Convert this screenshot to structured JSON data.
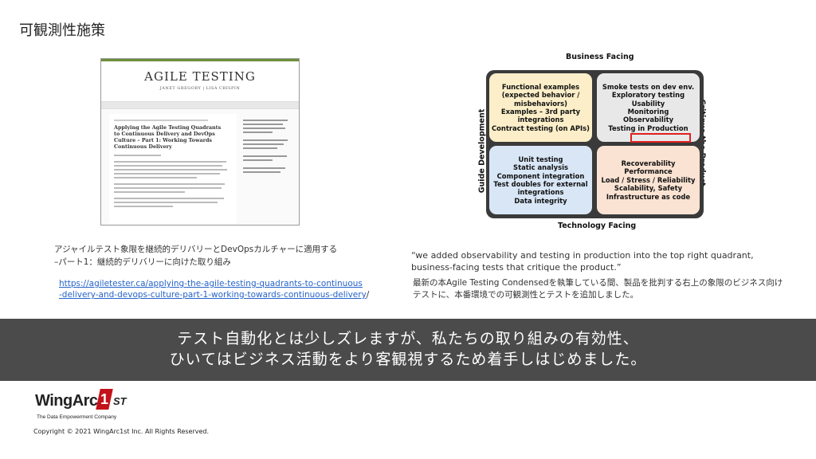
{
  "slide": {
    "title": "可観測性施策"
  },
  "web_screenshot": {
    "site_logo": "AGILE TESTING",
    "site_authors": "JANET GREGORY | LISA CRISPIN",
    "article_title": "Applying the Agile Testing Quadrants\nto Continuous Delivery and DevOps\nCulture – Part 1: Working Towards\nContinuous Delivery"
  },
  "caption": {
    "line1": "アジャイルテスト象限を継続的デリバリーとDevOpsカルチャーに適用する",
    "line2": "–パート1：継続的デリバリーに向けた取り組み"
  },
  "link": {
    "line1": "https://agiletester.ca/applying-the-agile-testing-quadrants-to-continuous",
    "line2": "-delivery-and-devops-culture-part-1-working-towards-continuous-delivery",
    "trailing": "/"
  },
  "diagram": {
    "top_label": "Business Facing",
    "bottom_label": "Technology Facing",
    "left_label": "Guide Development",
    "right_label": "Critique the Product",
    "quadrants": [
      {
        "lines": [
          "Functional examples",
          "(expected behavior /",
          "misbehaviors)",
          "Examples – 3rd party",
          "integrations",
          "Contract testing (on APIs)"
        ]
      },
      {
        "lines": [
          "Smoke tests on dev env.",
          "Exploratory testing",
          "Usability",
          "Monitoring",
          "Observability",
          "Testing in Production"
        ]
      },
      {
        "lines": [
          "Unit testing",
          "Static analysis",
          "Component integration",
          "Test doubles for external",
          "integrations",
          "Data integrity"
        ]
      },
      {
        "lines": [
          "Recoverability",
          "Performance",
          "Load / Stress / Reliability",
          "Scalability, Safety",
          "Infrastructure as code"
        ]
      }
    ]
  },
  "quote": {
    "en": "“we added observability and testing in production into the top right quadrant,\n business-facing tests that critique the product.”",
    "jp": "最新の本Agile Testing Condensedを執筆している間、製品を批判する右上の象限のビジネス向けテストに、本番環境での可観測性とテストを追加しました。"
  },
  "banner": {
    "line1": "テスト自動化とは少しズレますが、私たちの取り組みの有効性、",
    "line2": "ひいてはビジネス活動をより客観視するため着手しはじめました。"
  },
  "footer": {
    "logo_text": "WingArc",
    "logo_num": "1",
    "logo_suffix": "ST",
    "tagline": "The Data Empowerment Company",
    "copyright": "Copyright © 2021 WingArc1st Inc.  All Rights Reserved."
  }
}
